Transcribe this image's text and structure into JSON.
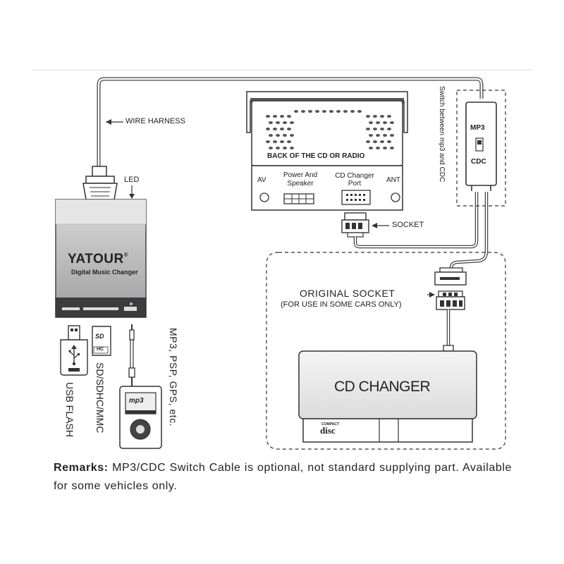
{
  "labels": {
    "wire_harness": "WIRE HARNESS",
    "led": "LED",
    "brand": "YATOUR",
    "brand_reg": "®",
    "brand_subtitle": "Digital Music Changer",
    "back_of_radio": "BACK OF THE CD OR RADIO",
    "av": "AV",
    "power_and_speaker_1": "Power And",
    "power_and_speaker_2": "Speaker",
    "cd_changer_port_1": "CD Changer",
    "cd_changer_port_2": "Port",
    "ant": "ANT",
    "socket": "SOCKET",
    "switch_note": "Switch between mp3 and CDC",
    "switch_mp3": "MP3",
    "switch_cdc": "CDC",
    "original_socket": "ORIGINAL SOCKET",
    "original_socket_note": "(FOR USE IN SOME CARS ONLY)",
    "cd_changer": "CD CHANGER",
    "usb_flash": "USB FLASH",
    "sd_card": "SD/SDHC/MMC",
    "mp3_players": "MP3, PSP, GPS, etc.",
    "sd_logo": "SD",
    "sd_hc": "HC",
    "disc_logo": "disc",
    "compact_logo": "COMPACT",
    "player_screen_text": "mp3"
  },
  "remarks": {
    "label": "Remarks:",
    "text": " MP3/CDC Switch Cable is optional, not standard supplying part. Available for some vehicles only."
  },
  "colors": {
    "line": "#333333",
    "device_body": "#b9b9b9",
    "device_top": "#d6d6d6",
    "device_dark": "#4a4a4a",
    "background": "#ffffff"
  }
}
